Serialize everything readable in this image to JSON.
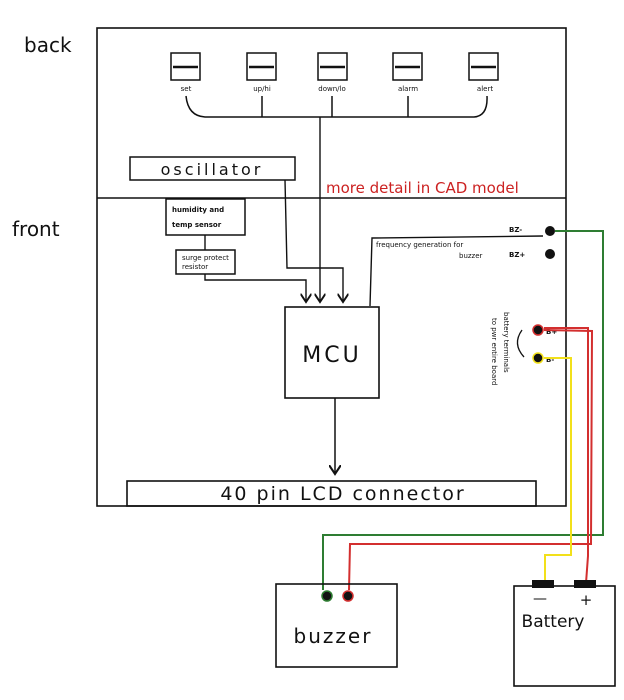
{
  "labels": {
    "back": "back",
    "front": "front",
    "oscillator": "oscillator",
    "cad_note": "more detail in CAD model",
    "humidity_line1": "humidity and",
    "humidity_line2": "temp sensor",
    "surge_line1": "surge protect",
    "surge_line2": "resistor",
    "freq_line1": "frequency   generation  for",
    "freq_line2": "buzzer",
    "bz_minus": "BZ-",
    "bz_plus": "BZ+",
    "bat_terminals_line1": "battery terminals",
    "bat_terminals_line2": "to pwr entire board",
    "b_plus": "B+",
    "b_minus": "B-",
    "mcu": "MCU",
    "lcd": "40 pin LCD connector",
    "buzzer": "buzzer",
    "battery": "Battery",
    "battery_minus": "—",
    "battery_plus": "+"
  },
  "switches": [
    "set",
    "up/hi",
    "down/lo",
    "alarm",
    "alert"
  ],
  "colors": {
    "ink": "#111111",
    "note_red": "#cc2222",
    "wire_green": "#2e7d32",
    "wire_red": "#d32f2f",
    "wire_yellow": "#f2e01a"
  }
}
